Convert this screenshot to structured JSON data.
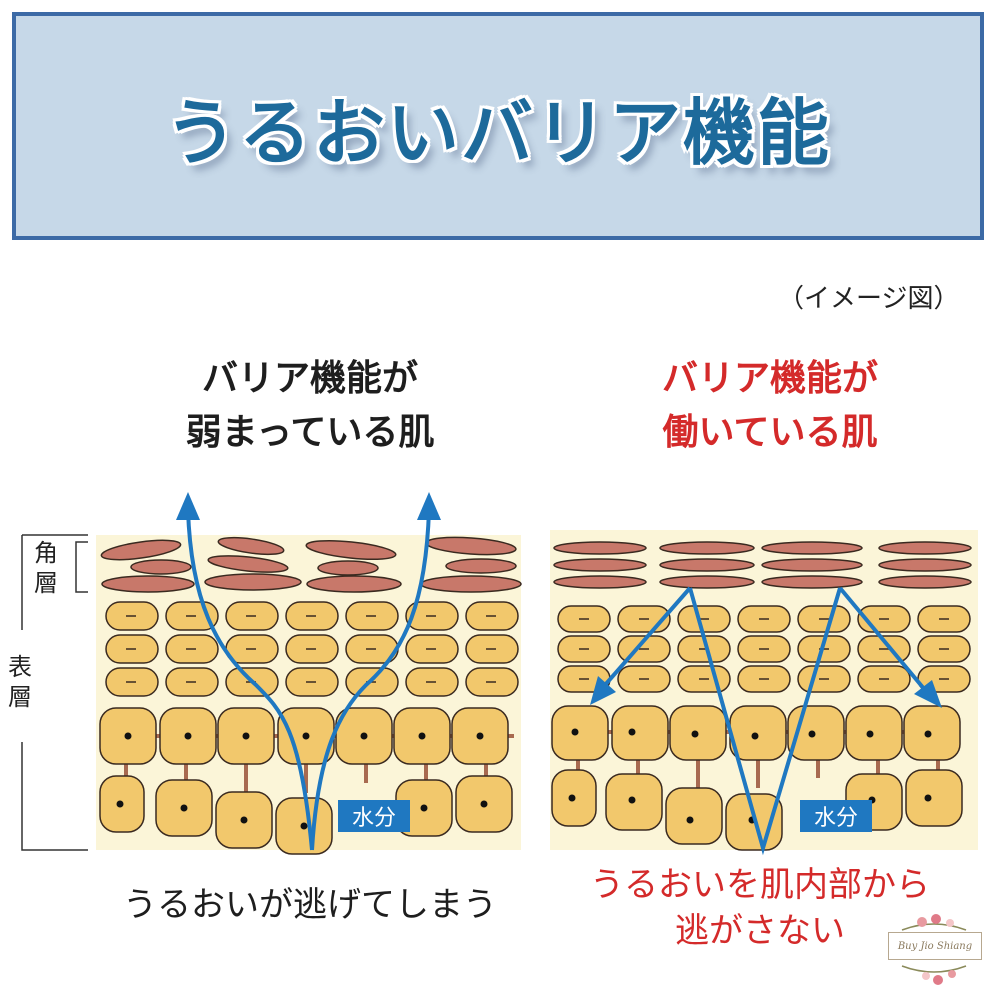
{
  "header": {
    "title": "うるおいバリア機能",
    "background_color": "#c6d8e8",
    "border_color": "#3c6aa6",
    "title_color": "#1d6a9b"
  },
  "note": "（イメージ図）",
  "layer_labels": {
    "stratum_corneum": "角層",
    "epidermis": "表層"
  },
  "left_panel": {
    "caption_line1": "バリア機能が",
    "caption_line2": "弱まっている肌",
    "water_label": "水分",
    "bottom_text": "うるおいが逃げてしまう",
    "text_color": "#1e1e1e"
  },
  "right_panel": {
    "caption_line1": "バリア機能が",
    "caption_line2": "働いている肌",
    "water_label": "水分",
    "bottom_line1": "うるおいを肌内部から",
    "bottom_line2": "逃がさない",
    "text_color": "#d42a2a"
  },
  "colors": {
    "arrow": "#1f78c1",
    "horny_cell": "#c8786a",
    "cell_fill": "#f2c86c",
    "background_skin": "#fbf5d8"
  },
  "watermark": {
    "text": "Buy Jio Shiang"
  }
}
